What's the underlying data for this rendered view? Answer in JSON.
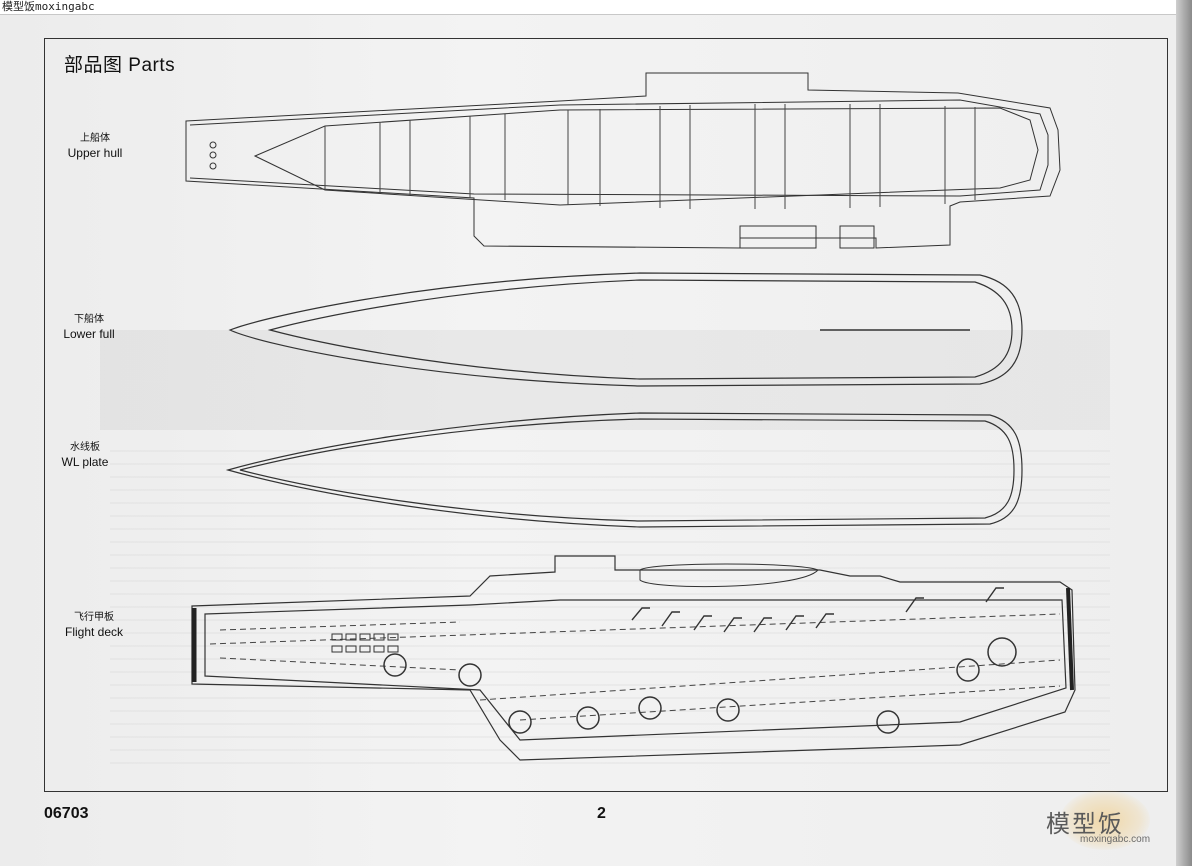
{
  "watermark": "模型饭moxingabc",
  "title": "部品图 Parts",
  "parts": [
    {
      "zh": "上船体",
      "en": "Upper hull"
    },
    {
      "zh": "下船体",
      "en": "Lower full"
    },
    {
      "zh": "水线板",
      "en": "WL plate"
    },
    {
      "zh": "飞行甲板",
      "en": "Flight deck"
    }
  ],
  "footer": {
    "code": "06703",
    "page": "2"
  },
  "logo": {
    "text": "模型饭",
    "url": "moxingabc.com"
  }
}
